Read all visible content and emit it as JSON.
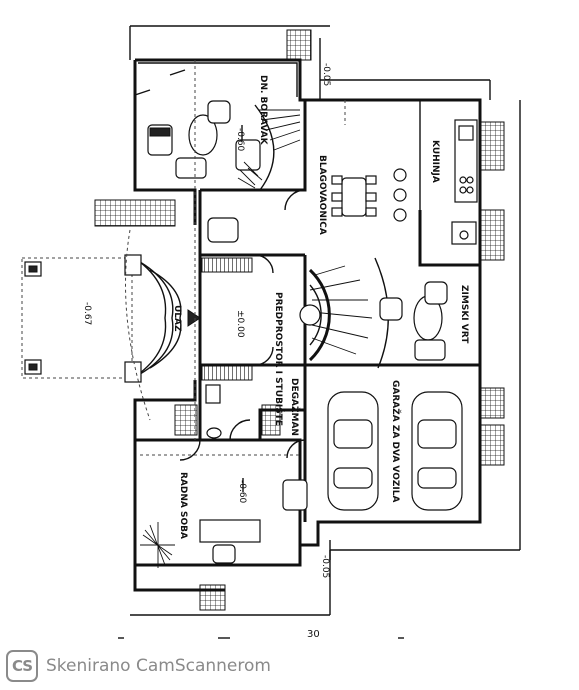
{
  "rooms": {
    "dnevni_boravak": "DN. BORAVAK",
    "blagovaonica": "BLAGOVAONICA",
    "kuhinja": "KUHINJA",
    "zimski_vrt": "ZIMSKI VRT",
    "predprostor": "PREDPROSTOR I STUBIŠTE",
    "garaza": "GARAŽA ZA DVA VOZILA",
    "degazman": "DEGAŽMAN",
    "radna_soba": "RADNA SOBA",
    "ulaz": "ULAZ"
  },
  "levels": {
    "boravak": "-0.60",
    "top_right": "-0.05",
    "predprostor": "±0.00",
    "porch": "-0.67",
    "radna_soba": "-0.60",
    "bottom_right": "-0.05"
  },
  "page_number": "30",
  "watermark": {
    "logo": "CS",
    "text": "Skenirano CamScannerom"
  },
  "colors": {
    "ink": "#111111",
    "watermark": "#8a8a8a",
    "paper": "#ffffff"
  }
}
